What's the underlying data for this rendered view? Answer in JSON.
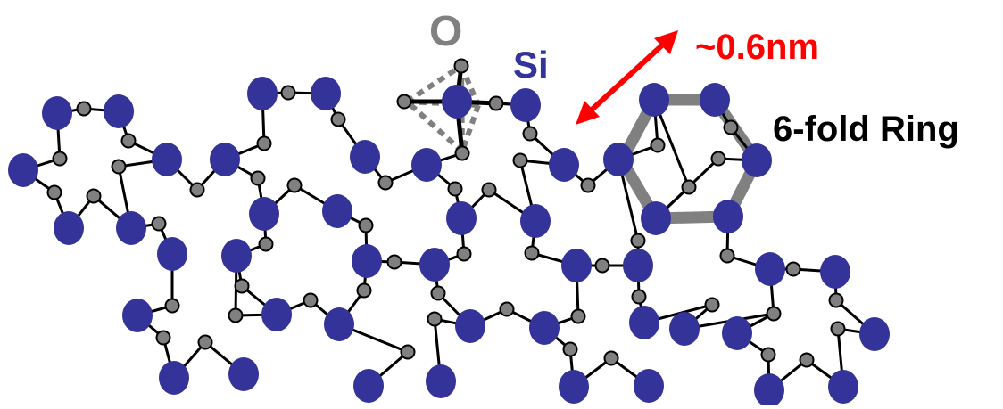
{
  "labels": {
    "oxygen": "O",
    "silicon": "Si",
    "ring_size": "~0.6nm",
    "ring_name": "6-fold Ring"
  },
  "colors": {
    "silicon": "#333399",
    "oxygen": "#808080",
    "bond": "#000000",
    "ring_highlight": "#808080",
    "dimension_arrow": "#ff0000",
    "label_black": "#000000"
  },
  "atoms": {
    "legend": "legend-oxygen-atom, legend-silicon-atom",
    "network": "silicon-atom, oxygen-atom"
  }
}
